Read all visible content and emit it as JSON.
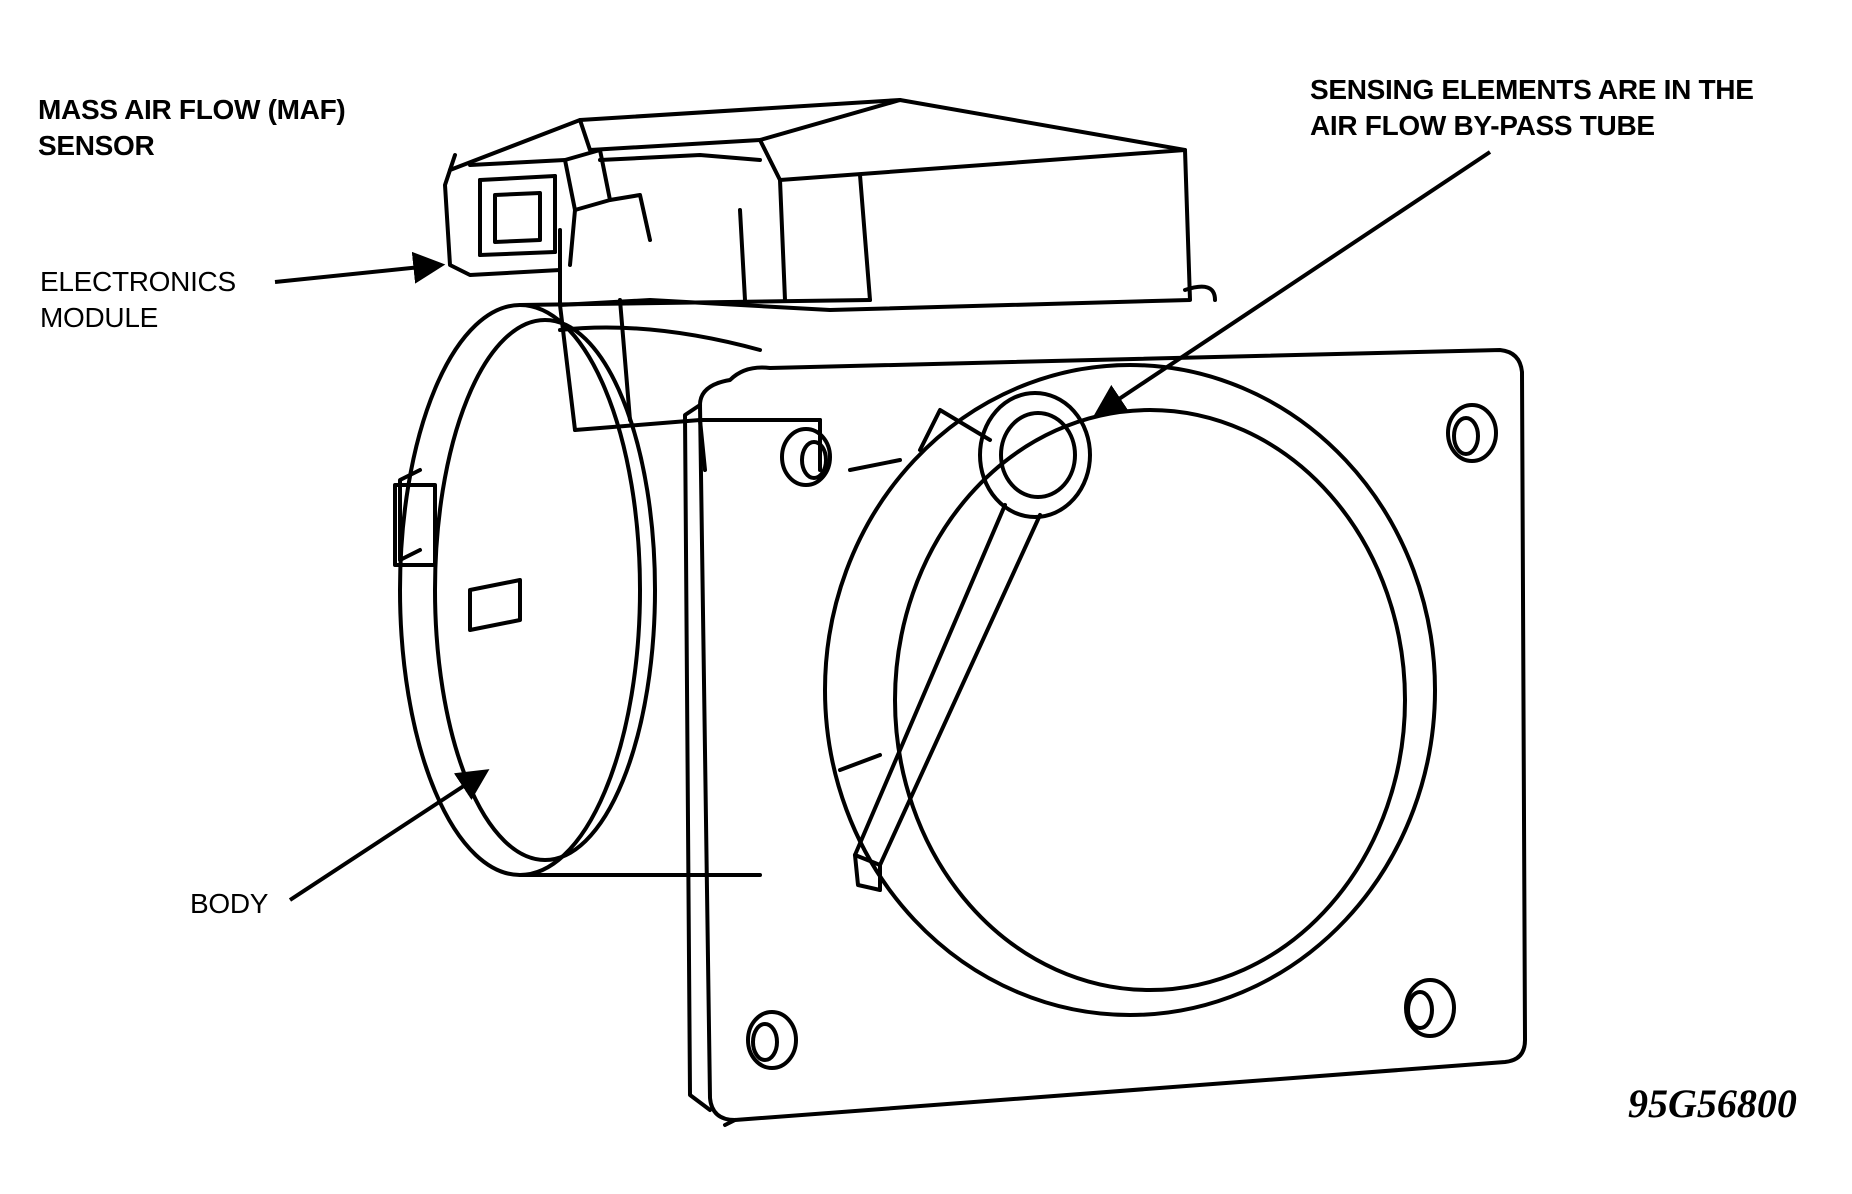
{
  "labels": {
    "title": [
      "MASS AIR FLOW (MAF)",
      "SENSOR"
    ],
    "electronics": [
      "ELECTRONICS",
      "MODULE"
    ],
    "sensing": [
      "SENSING ELEMENTS ARE IN THE",
      "AIR FLOW BY-PASS TUBE"
    ],
    "body": "BODY"
  },
  "figure_id": "95G56800",
  "colors": {
    "ink": "#000000",
    "paper": "#ffffff"
  }
}
